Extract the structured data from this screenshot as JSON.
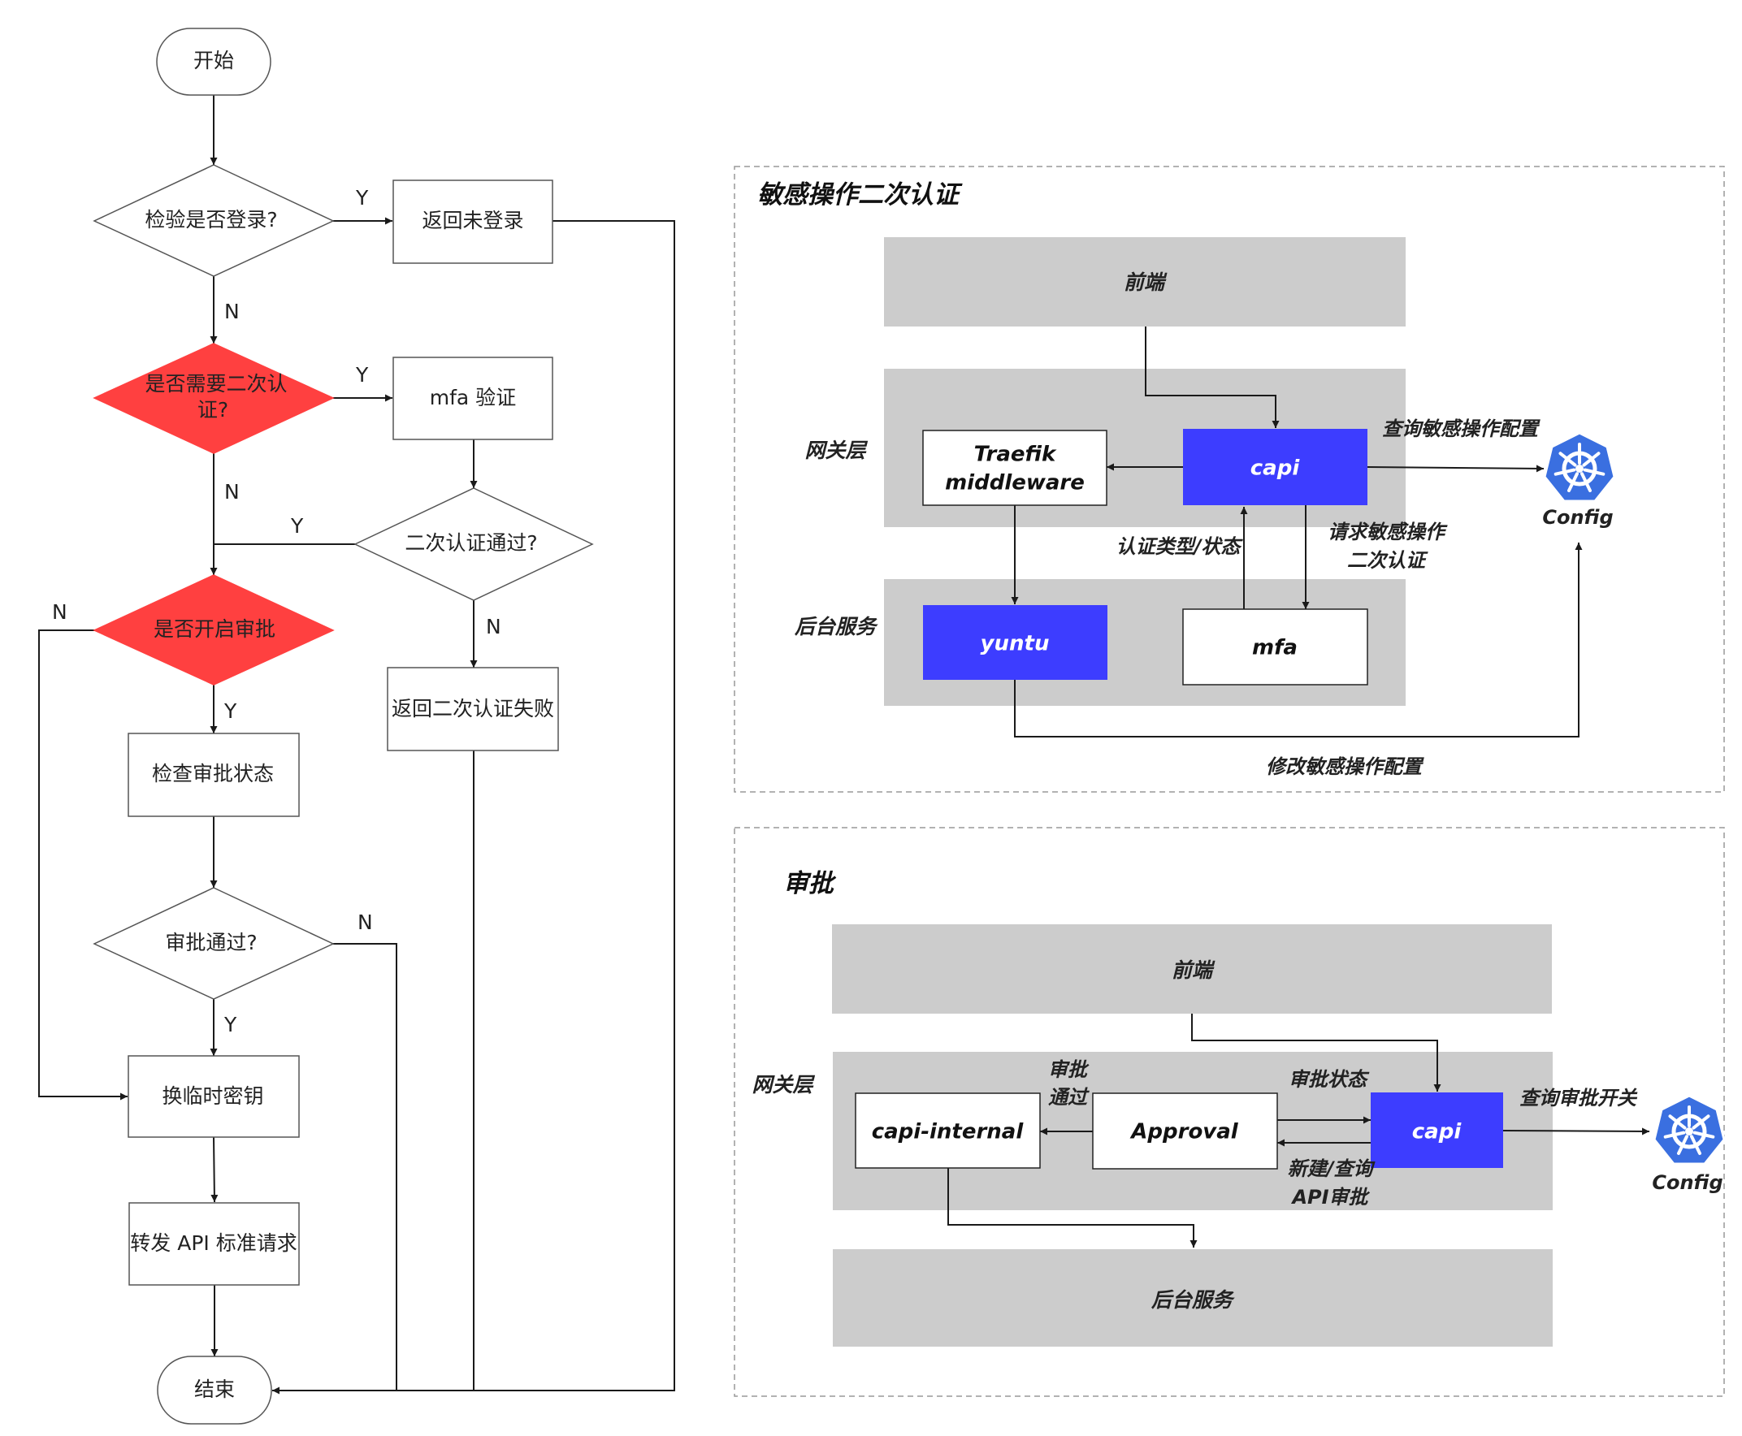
{
  "flowchart": {
    "start": "开始",
    "check_login": "检验是否登录?",
    "return_not_logged_in": "返回未登录",
    "need_mfa_line1": "是否需要二次认",
    "need_mfa_line2": "证?",
    "mfa_verify": "mfa 验证",
    "mfa_passed": "二次认证通过?",
    "return_mfa_failed": "返回二次认证失败",
    "approval_enabled": "是否开启审批",
    "check_approval_status": "检查审批状态",
    "approval_passed": "审批通过?",
    "exchange_temp_key": "换临时密钥",
    "forward_api": "转发 API 标准请求",
    "end": "结束",
    "yes": "Y",
    "no": "N"
  },
  "panel_mfa": {
    "title": "敏感操作二次认证",
    "frontend": "前端",
    "gateway_label": "网关层",
    "backend_label": "后台服务",
    "traefik_line1": "Traefik",
    "traefik_line2": "middleware",
    "capi": "capi",
    "yuntu": "yuntu",
    "mfa": "mfa",
    "config": "Config",
    "query_config": "查询敏感操作配置",
    "auth_type_status": "认证类型/状态",
    "request_line1": "请求敏感操作",
    "request_line2": "二次认证",
    "modify_config": "修改敏感操作配置"
  },
  "panel_approval": {
    "title": "审批",
    "frontend": "前端",
    "gateway_label": "网关层",
    "backend": "后台服务",
    "capi_internal": "capi-internal",
    "approval": "Approval",
    "capi": "capi",
    "config": "Config",
    "approved_line1": "审批",
    "approved_line2": "通过",
    "approval_status": "审批状态",
    "new_query_line1": "新建/查询",
    "new_query_line2": "API审批",
    "query_switch": "查询审批开关"
  },
  "colors": {
    "diamond_red": "#ff4040",
    "capi_blue": "#3d3dff",
    "lane_gray": "#cccccc",
    "k8s_blue": "#3a6fe0"
  },
  "icons": {
    "kubernetes": "kubernetes-icon"
  }
}
